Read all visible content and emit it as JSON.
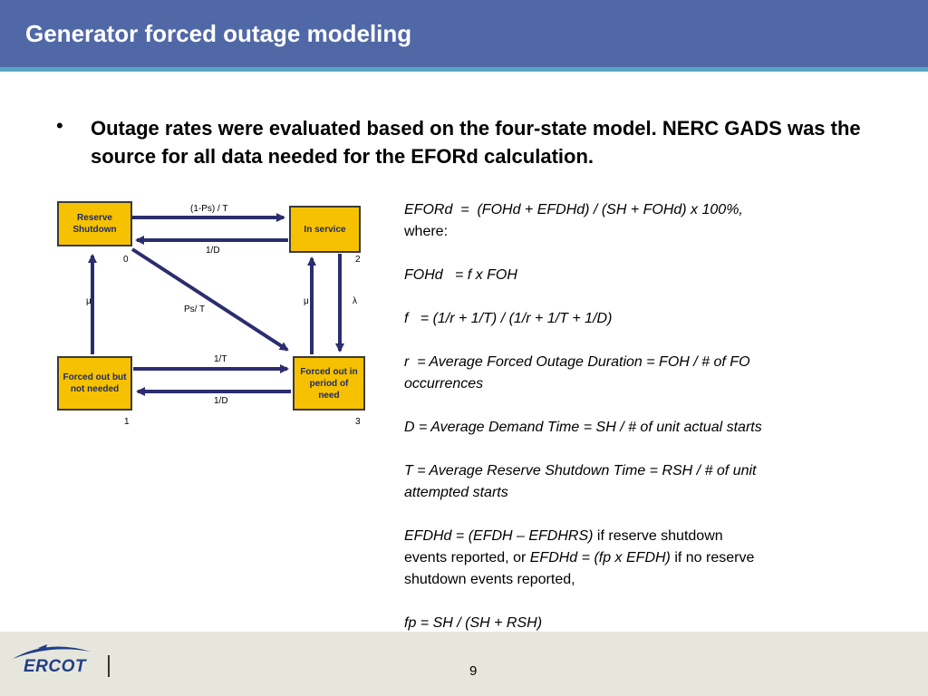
{
  "header": {
    "title": "Generator forced outage modeling"
  },
  "bullet": {
    "symbol": "•",
    "text": "Outage rates were evaluated based on the four-state model. NERC GADS was the source for all data needed for the EFORd calculation."
  },
  "diagram": {
    "states": [
      {
        "id": 0,
        "label": "Reserve Shutdown",
        "number": "0"
      },
      {
        "id": 2,
        "label": "In service",
        "number": "2"
      },
      {
        "id": 1,
        "label": "Forced out but not needed",
        "number": "1"
      },
      {
        "id": 3,
        "label": "Forced out in period of need",
        "number": "3"
      }
    ],
    "transitions": {
      "reserve_to_service": "(1-Ps) / T",
      "service_to_reserve": "1/D",
      "fo1_to_reserve": "μ",
      "reserve_to_fo3": "Ps/ T",
      "fo3_to_service": "μ",
      "service_to_fo3": "λ",
      "fo1_to_fo3": "1/T",
      "fo3_to_fo1": "1/D"
    }
  },
  "formulas": {
    "eford": "EFORd  =  (FOHd + EFDHd) / (SH + FOHd) x 100%,",
    "where": "where:",
    "fohd": "FOHd   = f x FOH",
    "f": "f   = (1/r + 1/T) / (1/r + 1/T + 1/D)",
    "r_line1": "r  = Average Forced Outage Duration = FOH / # of FO",
    "r_line2": "occurrences",
    "d": "D = Average Demand Time = SH / # of unit actual starts",
    "t_line1": "T = Average Reserve Shutdown Time = RSH / # of unit",
    "t_line2": "attempted starts",
    "efdhd_part1": "EFDHd = (EFDH – EFDHRS)",
    "efdhd_part2": " if reserve shutdown",
    "efdhd_part3": "events reported, or ",
    "efdhd_part4": "EFDHd = (fp x EFDH)",
    "efdhd_part5": " if no reserve",
    "efdhd_part6": "shutdown events reported,",
    "fp": "fp = SH / (SH + RSH)"
  },
  "footer": {
    "logo": "ERCOT",
    "page_number": "9"
  },
  "colors": {
    "header": "#5068a6",
    "accent_line": "#5aa2c4",
    "state_fill": "#f6c100",
    "arrow": "#2b2d6e",
    "footer": "#e6e6dd"
  }
}
